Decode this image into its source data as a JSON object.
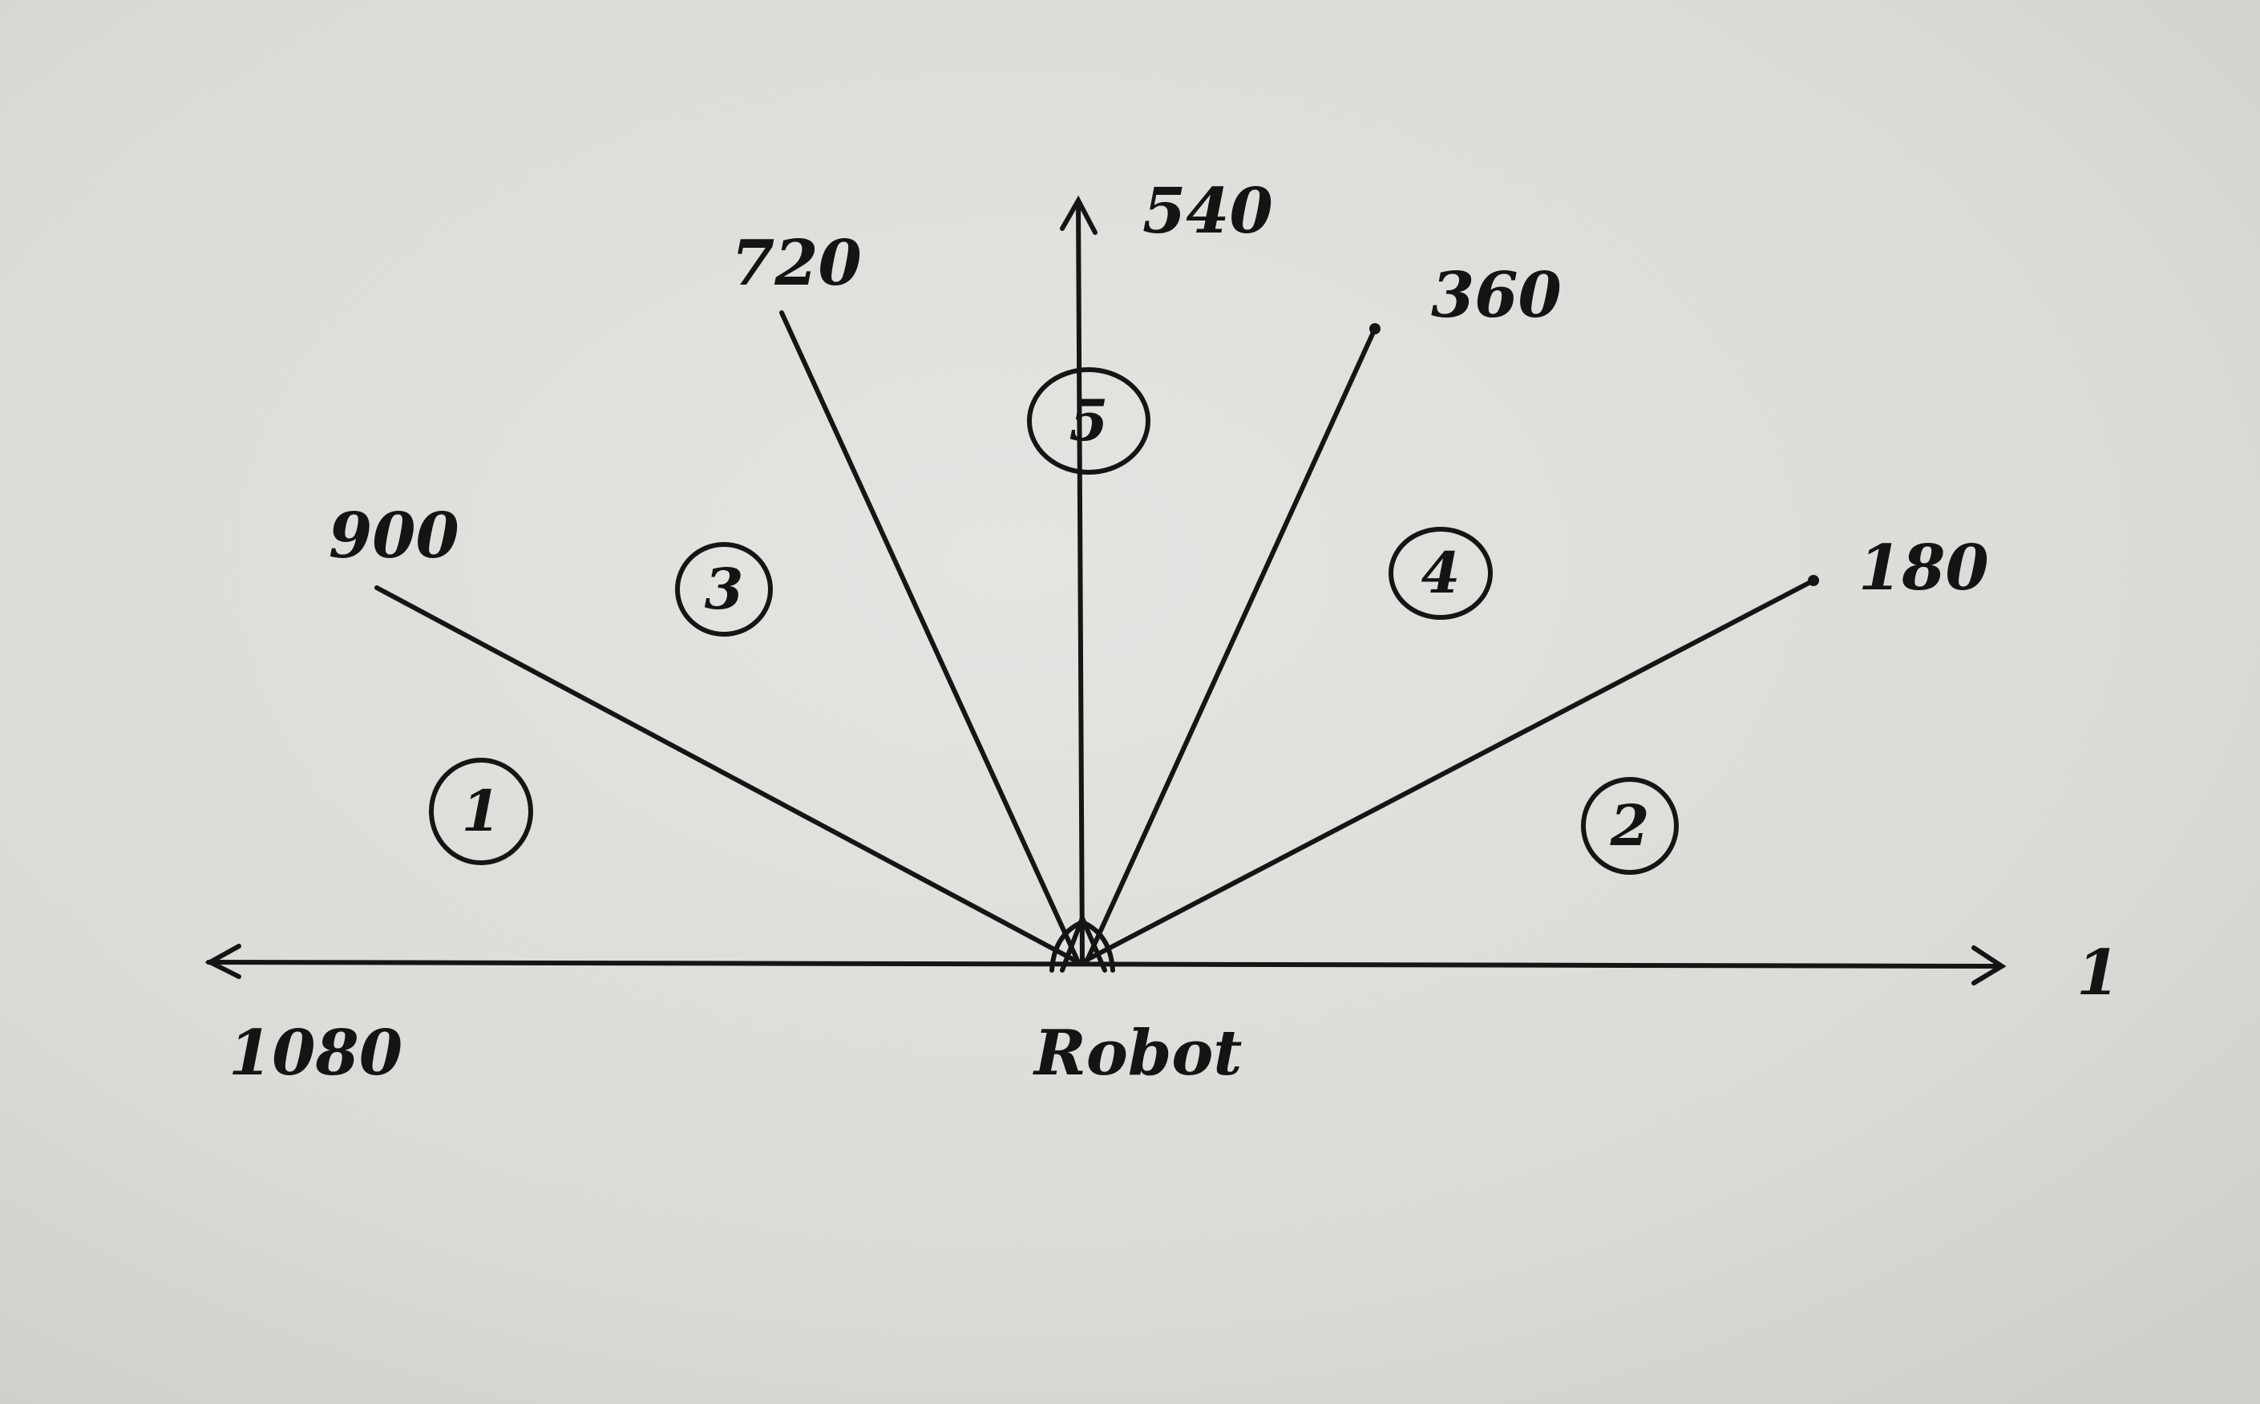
{
  "diagram": {
    "ray_labels": {
      "right": "1",
      "ray_180": "180",
      "ray_360": "360",
      "ray_540": "540",
      "ray_720": "720",
      "ray_900": "900",
      "left": "1080"
    },
    "origin_label": "Robot",
    "regions": [
      "1",
      "2",
      "3",
      "4",
      "5"
    ]
  },
  "colors": {
    "paper": "#dcdcd8",
    "ink": "#151515"
  }
}
